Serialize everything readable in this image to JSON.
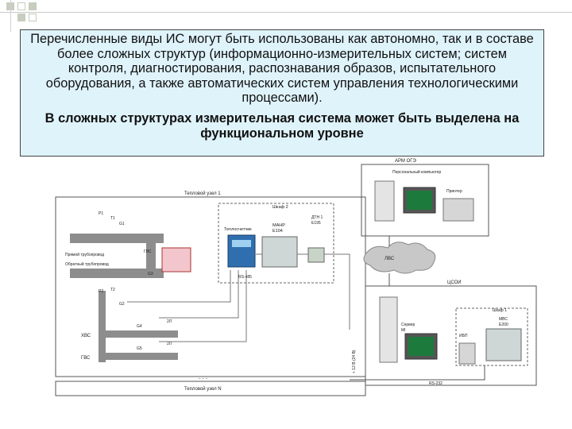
{
  "slide": {
    "paragraph1": "Перечисленные виды ИС могут быть использованы как автономно, так и в составе более сложных структур (информационно-измерительных систем; систем контроля, диагностирования, распознавания образов, испытательного оборудования, а также автоматических систем управления технологическими процессами).",
    "paragraph2": "В сложных структурах измерительная система может быть выделена на функциональном уровне"
  },
  "diagram": {
    "node1_title": "Тепловой узел 1",
    "nodeN_title": "Тепловой узел N",
    "cabinet2": "Шкаф 2",
    "heat_meter": "Теплосчетчик",
    "marr": "МАНР",
    "marr_model": "E104",
    "dh": "ДТН 1",
    "dh_model": "Е195",
    "supply_pipe": "Прямой трубопровод",
    "return_pipe": "Обратный трубопровод",
    "hvs": "ХВС",
    "gvs": "ГВС",
    "gvs_mid": "ГВС",
    "t1": "T1",
    "t2": "T2",
    "g1": "G1",
    "g2": "G2",
    "g3": "G3",
    "g4": "G4",
    "g5": "G5",
    "p1": "P1",
    "p2": "P2",
    "bus_label": "RS-485",
    "line_label": "2Л",
    "line_label2": "2Л",
    "arm": "АРМ ОГЭ",
    "pc": "Персональный компьютер",
    "printer": "Принтер",
    "lan": "ЛВС",
    "center": "ЦСОИ",
    "server": "Сервер",
    "server_model": "МI",
    "cabinet1": "Шкаф 1",
    "mvs": "МВС",
    "mvs_model": "E200",
    "ups": "ИБП",
    "rs232": "RS-232",
    "vertical_label": "+ 12 B (24 B)",
    "dots": ". . ."
  }
}
